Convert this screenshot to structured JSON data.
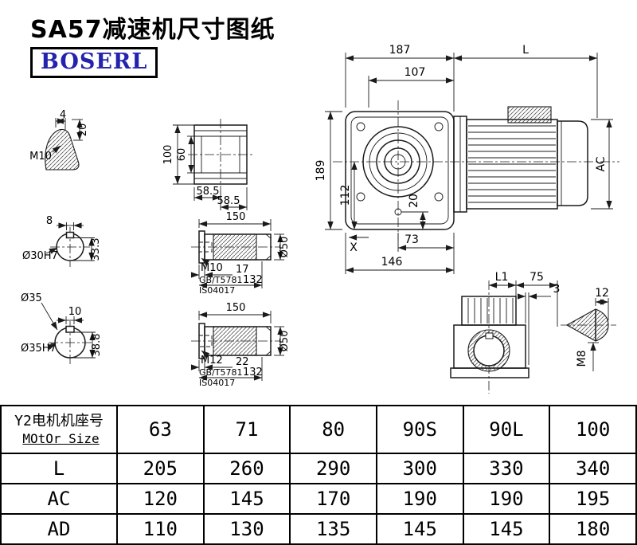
{
  "page": {
    "title": "SA57减速机尺寸图纸",
    "logo": "BOSERL"
  },
  "drawing": {
    "main": {
      "d187": "187",
      "dL": "L",
      "d107": "107",
      "d189": "189",
      "d112": "112",
      "d20": "20",
      "d73": "73",
      "d146": "146",
      "dAC": "AC",
      "dX": "X"
    },
    "side": {
      "dL1": "L1",
      "d75": "75",
      "d3": "3"
    },
    "tip": {
      "d12": "12",
      "dM8": "M8"
    },
    "key": {
      "d4": "4",
      "d20": "20",
      "m10": "M10"
    },
    "flange": {
      "d100": "100",
      "d60": "60",
      "d585a": "58.5",
      "d585b": "58.5"
    },
    "in_section": {
      "d8": "8",
      "d30": "Ø30H7",
      "d333": "33.3"
    },
    "in_shaft": {
      "d150": "150",
      "m10": "M10",
      "d17": "17",
      "d132": "132",
      "d50": "Ø50",
      "std1": "GB/T5781",
      "std2": "IS04017"
    },
    "out_section": {
      "d35": "Ø35",
      "d10": "10",
      "d35h7": "Ø35H7",
      "d388": "38.8"
    },
    "out_shaft": {
      "d150": "150",
      "m12": "M12",
      "d22": "22",
      "d132": "132",
      "d50": "Ø50",
      "std1": "GB/T5781",
      "std2": "IS04017"
    }
  },
  "table": {
    "motor_size_label_cn": "Y2电机机座号",
    "motor_size_label_en": "MOtOr Size",
    "columns": [
      "63",
      "71",
      "80",
      "90S",
      "90L",
      "100"
    ],
    "rows": [
      {
        "label": "L",
        "values": [
          "205",
          "260",
          "290",
          "300",
          "330",
          "340"
        ]
      },
      {
        "label": "AC",
        "values": [
          "120",
          "145",
          "170",
          "190",
          "190",
          "195"
        ]
      },
      {
        "label": "AD",
        "values": [
          "110",
          "130",
          "135",
          "145",
          "145",
          "180"
        ]
      }
    ]
  }
}
